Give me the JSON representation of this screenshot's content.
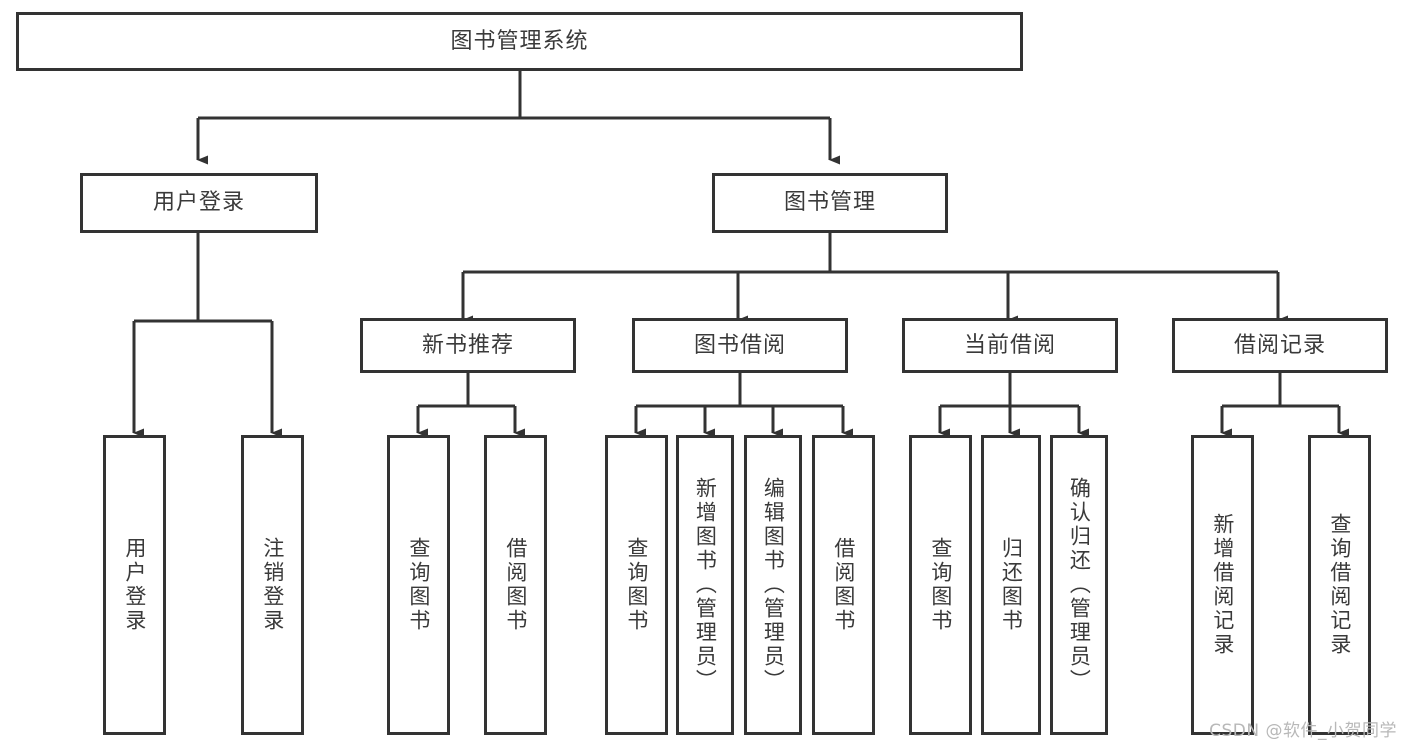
{
  "diagram": {
    "title": "图书管理系统",
    "type": "tree",
    "watermark": "CSDN @软件_小贺同学",
    "colors": {
      "border": "#333333",
      "node_fill": "#ffffff",
      "text": "#3a3a3a",
      "edge": "#333333",
      "watermark": "#b8b8b8",
      "background": "#ffffff"
    },
    "nodes": {
      "root": {
        "label": "图书管理系统",
        "orientation": "horizontal"
      },
      "user_login": {
        "label": "用户登录",
        "orientation": "horizontal"
      },
      "book_management": {
        "label": "图书管理",
        "orientation": "horizontal"
      },
      "new_book_recommend": {
        "label": "新书推荐",
        "orientation": "horizontal"
      },
      "book_borrow": {
        "label": "图书借阅",
        "orientation": "horizontal"
      },
      "current_borrow": {
        "label": "当前借阅",
        "orientation": "horizontal"
      },
      "borrow_record": {
        "label": "借阅记录",
        "orientation": "horizontal"
      },
      "leaf_user_login": {
        "label": "用户登录",
        "orientation": "vertical"
      },
      "leaf_logout": {
        "label": "注销登录",
        "orientation": "vertical"
      },
      "leaf_query_book_1": {
        "label": "查询图书",
        "orientation": "vertical"
      },
      "leaf_borrow_book_1": {
        "label": "借阅图书",
        "orientation": "vertical"
      },
      "leaf_query_book_2": {
        "label": "查询图书",
        "orientation": "vertical"
      },
      "leaf_add_book": {
        "label": "新增图书（管理员）",
        "orientation": "vertical"
      },
      "leaf_edit_book": {
        "label": "编辑图书（管理员）",
        "orientation": "vertical"
      },
      "leaf_borrow_book_2": {
        "label": "借阅图书",
        "orientation": "vertical"
      },
      "leaf_query_book_3": {
        "label": "查询图书",
        "orientation": "vertical"
      },
      "leaf_return_book": {
        "label": "归还图书",
        "orientation": "vertical"
      },
      "leaf_confirm_return": {
        "label": "确认归还（管理员）",
        "orientation": "vertical"
      },
      "leaf_add_record": {
        "label": "新增借阅记录",
        "orientation": "vertical"
      },
      "leaf_query_record": {
        "label": "查询借阅记录",
        "orientation": "vertical"
      }
    },
    "hierarchy": [
      {
        "node": "root",
        "children": [
          {
            "node": "user_login",
            "children": [
              {
                "node": "leaf_user_login"
              },
              {
                "node": "leaf_logout"
              }
            ]
          },
          {
            "node": "book_management",
            "children": [
              {
                "node": "new_book_recommend",
                "children": [
                  {
                    "node": "leaf_query_book_1"
                  },
                  {
                    "node": "leaf_borrow_book_1"
                  }
                ]
              },
              {
                "node": "book_borrow",
                "children": [
                  {
                    "node": "leaf_query_book_2"
                  },
                  {
                    "node": "leaf_add_book"
                  },
                  {
                    "node": "leaf_edit_book"
                  },
                  {
                    "node": "leaf_borrow_book_2"
                  }
                ]
              },
              {
                "node": "current_borrow",
                "children": [
                  {
                    "node": "leaf_query_book_3"
                  },
                  {
                    "node": "leaf_return_book"
                  },
                  {
                    "node": "leaf_confirm_return"
                  }
                ]
              },
              {
                "node": "borrow_record",
                "children": [
                  {
                    "node": "leaf_add_record"
                  },
                  {
                    "node": "leaf_query_record"
                  }
                ]
              }
            ]
          }
        ]
      }
    ]
  }
}
